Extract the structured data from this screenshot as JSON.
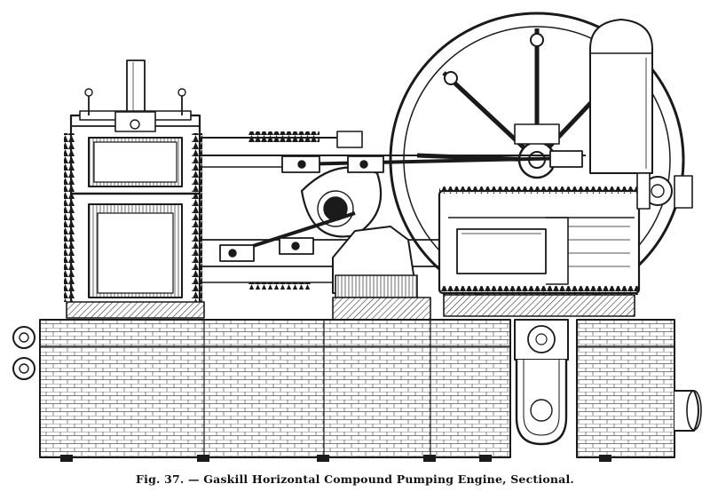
{
  "figure": {
    "caption": "Fig. 37. — Gaskill Horizontal Compound Pumping Engine, Sectional.",
    "colors": {
      "ink": "#1a1a1a",
      "paper": "#ffffff",
      "hatch": "#444444"
    },
    "parts": [
      "flywheel",
      "air-chamber",
      "vertical-pump-cylinders",
      "high-pressure-steam-cylinder",
      "low-pressure-steam-cylinder",
      "crank-disc",
      "connecting-rods",
      "piston-rods",
      "masonry-foundation",
      "suction-pipe",
      "discharge-pipe",
      "valve-chambers",
      "exhaust-stack"
    ]
  }
}
